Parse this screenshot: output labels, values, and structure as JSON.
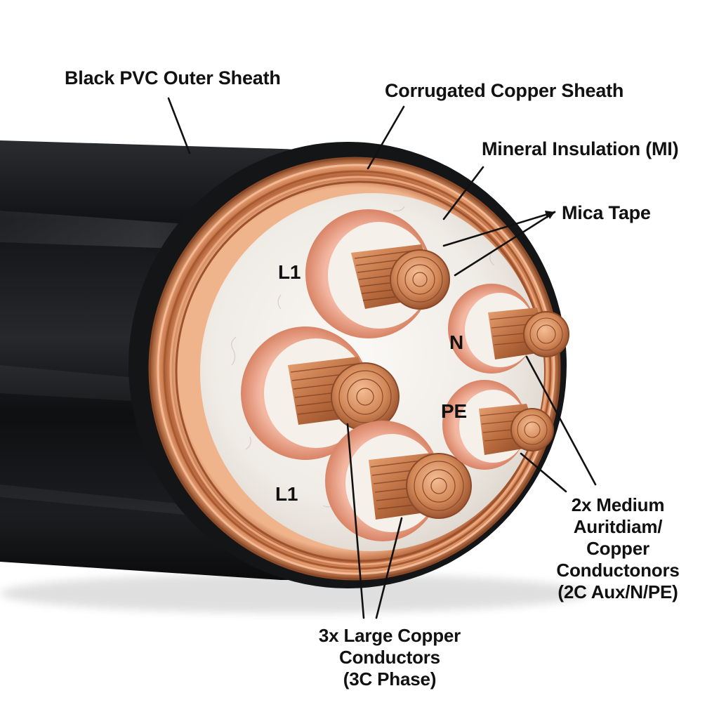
{
  "labels": {
    "outer_sheath": "Black PVC Outer Sheath",
    "copper_sheath": "Corrugated Copper Sheath",
    "mineral_insulation": "Mineral Insulation (MI)",
    "mica_tape": "Mica Tape",
    "medium_conductors": [
      "2x Medium",
      "Auritdiam/",
      "Copper",
      "Conductonors",
      "(2C Aux/N/PE)"
    ],
    "large_conductors": [
      "3x Large Copper",
      "Conductors",
      "(3C Phase)"
    ]
  },
  "core_marks": {
    "upper_left": "L1",
    "lower_left": "L1",
    "neutral": "N",
    "earth": "PE"
  },
  "colors": {
    "sheath_black": "#151618",
    "copper": "#c57a4c",
    "copper_light": "#e8a57a",
    "mineral_white": "#f2efea",
    "mica_pink": "#eba28d",
    "label_text": "#111111"
  }
}
